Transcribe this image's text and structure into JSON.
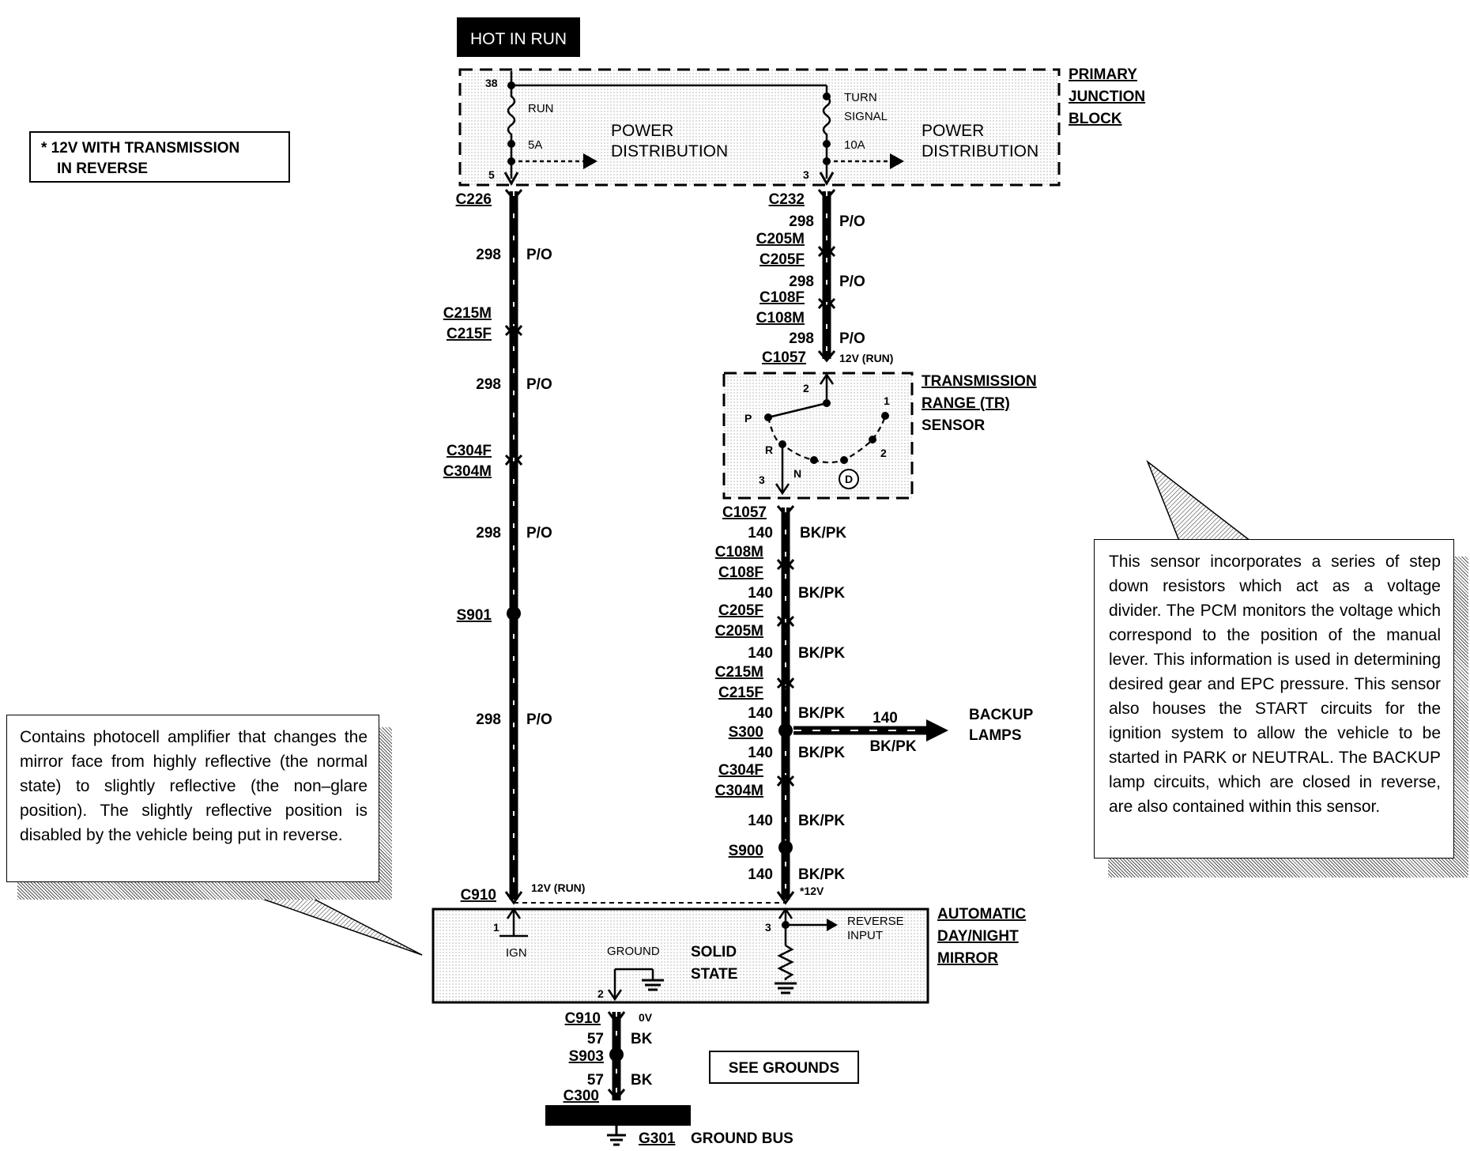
{
  "header": {
    "hot_in_run": "HOT IN RUN"
  },
  "legend": {
    "line1": "* 12V WITH TRANSMISSION",
    "line2": "IN REVERSE"
  },
  "primary_junction_block": {
    "title_lines": [
      "PRIMARY",
      "JUNCTION",
      "BLOCK"
    ],
    "left_circuit": {
      "pin_in": "38",
      "fuse_label": "RUN",
      "fuse_rating": "5A",
      "pin_out": "5",
      "dest_line1": "POWER",
      "dest_line2": "DISTRIBUTION"
    },
    "right_circuit": {
      "fuse_label_line1": "TURN",
      "fuse_label_line2": "SIGNAL",
      "fuse_rating": "10A",
      "pin_out": "3",
      "dest_line1": "POWER",
      "dest_line2": "DISTRIBUTION"
    }
  },
  "left_wire": {
    "connectors": [
      "C226",
      "C215M",
      "C215F",
      "C304F",
      "C304M",
      "S901",
      "C910"
    ],
    "segments": [
      {
        "circuit": "298",
        "color": "P/O"
      },
      {
        "circuit": "298",
        "color": "P/O"
      },
      {
        "circuit": "298",
        "color": "P/O"
      },
      {
        "circuit": "298",
        "color": "P/O"
      }
    ],
    "voltage_at_mirror": "12V (RUN)"
  },
  "right_wire": {
    "connectors_upper": [
      "C232",
      "C205M",
      "C205F",
      "C108F",
      "C108M",
      "C1057"
    ],
    "segments_upper": [
      {
        "circuit": "298",
        "color": "P/O"
      },
      {
        "circuit": "298",
        "color": "P/O"
      },
      {
        "circuit": "298",
        "color": "P/O"
      }
    ],
    "voltage_at_sensor": "12V (RUN)",
    "connectors_lower": [
      "C1057",
      "C108M",
      "C108F",
      "C205F",
      "C205M",
      "C215M",
      "C215F",
      "S300",
      "C304F",
      "C304M",
      "S900"
    ],
    "segments_lower": [
      {
        "circuit": "140",
        "color": "BK/PK"
      },
      {
        "circuit": "140",
        "color": "BK/PK"
      },
      {
        "circuit": "140",
        "color": "BK/PK"
      },
      {
        "circuit": "140",
        "color": "BK/PK"
      },
      {
        "circuit": "140",
        "color": "BK/PK"
      },
      {
        "circuit": "140",
        "color": "BK/PK"
      },
      {
        "circuit": "140",
        "color": "BK/PK"
      }
    ],
    "voltage_at_mirror": "*12V",
    "backup_branch": {
      "circuit": "140",
      "color": "BK/PK",
      "dest_line1": "BACKUP",
      "dest_line2": "LAMPS"
    }
  },
  "tr_sensor": {
    "title_lines": [
      "TRANSMISSION",
      "RANGE (TR)",
      "SENSOR"
    ],
    "pins": [
      "2",
      "1",
      "2",
      "3"
    ],
    "positions": [
      "P",
      "R",
      "N",
      "D"
    ]
  },
  "mirror": {
    "title_lines": [
      "AUTOMATIC",
      "DAY/NIGHT",
      "MIRROR"
    ],
    "pin_ign": "1",
    "ign_label": "IGN",
    "ground_label": "GROUND",
    "pin_ground": "2",
    "solid_state_line1": "SOLID",
    "solid_state_line2": "STATE",
    "pin_reverse": "3",
    "reverse_line1": "REVERSE",
    "reverse_line2": "INPUT"
  },
  "ground_path": {
    "connector_top": "C910",
    "voltage": "0V",
    "seg1": {
      "circuit": "57",
      "color": "BK"
    },
    "splice": "S903",
    "seg2": {
      "circuit": "57",
      "color": "BK"
    },
    "connector_bottom": "C300",
    "ground_id": "G301",
    "ground_label": "GROUND BUS",
    "see_grounds": "SEE GROUNDS"
  },
  "notes": {
    "mirror_note": "Contains photocell amplifier that changes the mirror face from highly reflective (the normal state) to slightly reflective (the non–glare position). The slightly reflective position is disabled by the vehicle being put in reverse.",
    "sensor_note": "This sensor incorporates a series of step down resistors which act as a voltage divider. The PCM monitors the voltage which correspond to the position of the manual lever. This information is used in determining desired gear and EPC pressure. This sensor also houses the START circuits for the ignition system to allow the vehicle to be started in PARK or NEUTRAL. The BACKUP lamp circuits, which are closed in reverse, are also contained within this sensor."
  }
}
